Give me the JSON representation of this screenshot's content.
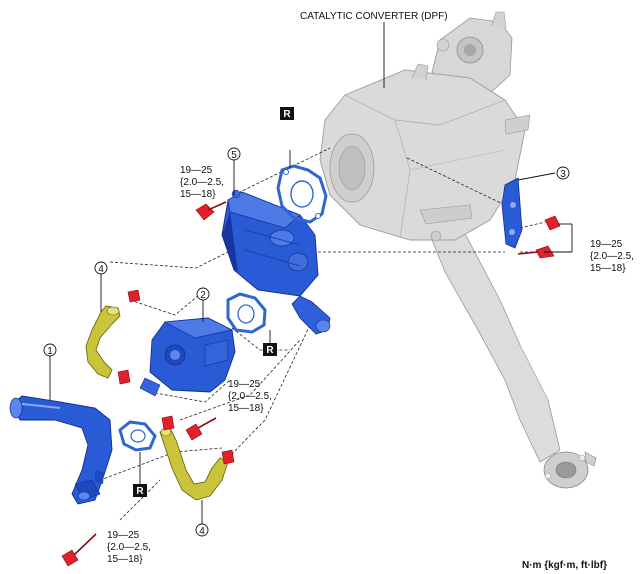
{
  "title_label": "CATALYTIC CONVERTER (DPF)",
  "units_label": "N·m {kgf·m, ft·lbf}",
  "callouts": [
    {
      "id": "c1",
      "number": "1"
    },
    {
      "id": "c2",
      "number": "2"
    },
    {
      "id": "c3",
      "number": "3"
    },
    {
      "id": "c4a",
      "number": "4"
    },
    {
      "id": "c4b",
      "number": "4"
    },
    {
      "id": "c5",
      "number": "5"
    }
  ],
  "replace_marks": [
    {
      "id": "r1",
      "text": "R"
    },
    {
      "id": "r2",
      "text": "R"
    },
    {
      "id": "r3",
      "text": "R"
    }
  ],
  "torque_specs": [
    {
      "id": "t1",
      "lines": [
        "19—25",
        "{2.0—2.5,",
        "15—18}"
      ]
    },
    {
      "id": "t2",
      "lines": [
        "19—25",
        "{2.0—2.5,",
        "15—18}"
      ]
    },
    {
      "id": "t3",
      "lines": [
        "19—25",
        "{2.0—2.5,",
        "15—18}"
      ]
    },
    {
      "id": "t4",
      "lines": [
        "19—25",
        "{2.0—2.5,",
        "15—18}"
      ]
    }
  ],
  "colors": {
    "part_blue": "#2a5bd7",
    "part_blue_dark": "#1736a0",
    "gasket_blue": "#3f78d9",
    "hose_yellow": "#c9c43a",
    "dpf_gray": "#d6d6d6",
    "dpf_gray_dark": "#a9a9a9",
    "bolt_red": "#e0202a",
    "replace_black": "#111111"
  }
}
